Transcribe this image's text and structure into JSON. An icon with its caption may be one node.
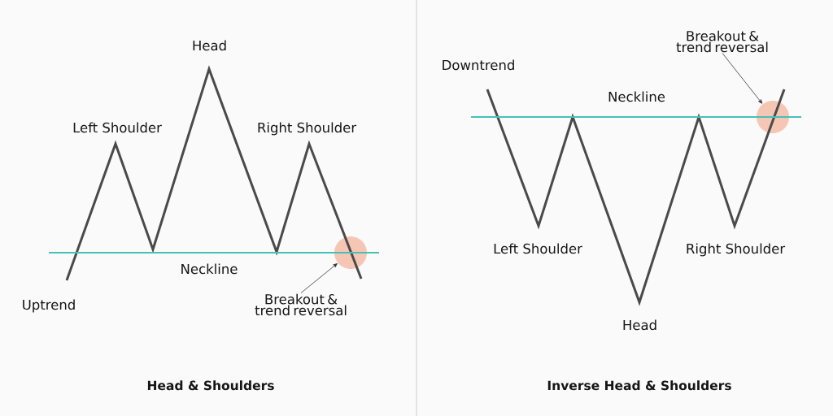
{
  "diagram": {
    "nodes": [
      {
        "text": [
          "Breakout & trend reversal"
        ]
      },
      {
        "text": [],
        "shape": "circle"
      },
      {
        "text": [
          "Breakout & trend reversal"
        ]
      },
      {
        "text": [],
        "shape": "circle"
      }
    ],
    "edges": [
      {
        "from": 0,
        "to": 1,
        "arrow": "to"
      },
      {
        "from": 2,
        "to": 3,
        "arrow": "to"
      }
    ],
    "labels": [
      "Head",
      "Left Shoulder",
      "Right Shoulder",
      "Neckline",
      "Uptrend",
      "Head & Shoulders",
      "Downtrend",
      "Neckline",
      "Left Shoulder",
      "Right Shoulder",
      "Head",
      "Inverse Head & Shoulders"
    ]
  }
}
